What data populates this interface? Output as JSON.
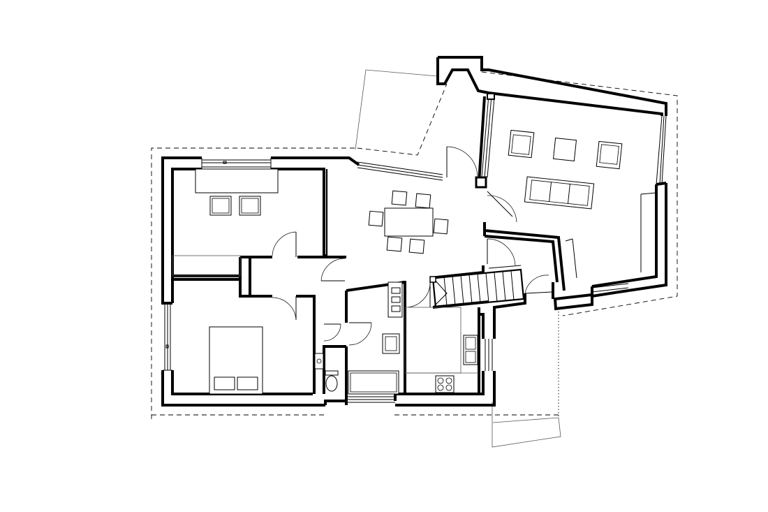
{
  "drawing": {
    "type": "architectural-floor-plan",
    "background_color": "#ffffff",
    "line_color": "#000000",
    "rooms": [
      "living-room",
      "dining-room",
      "bedroom",
      "master-bedroom",
      "hallway",
      "wc",
      "bathroom",
      "kitchen",
      "stairs",
      "entrance",
      "terrace"
    ]
  }
}
